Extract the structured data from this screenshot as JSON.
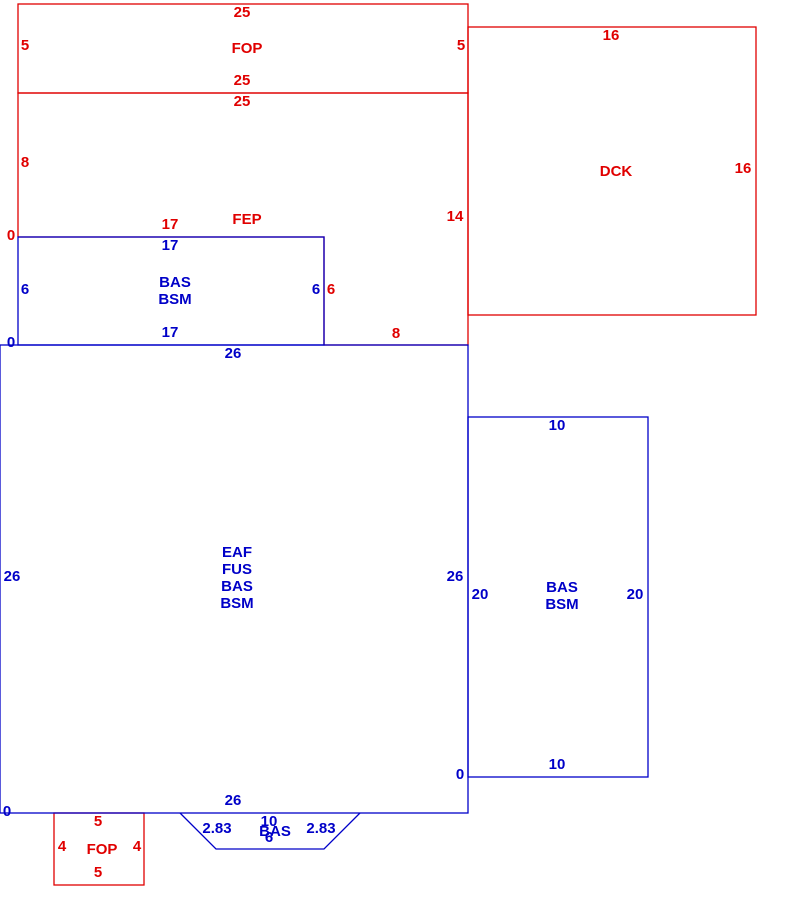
{
  "colors": {
    "red": "#e00000",
    "blue": "#0000c8"
  },
  "areas": [
    {
      "id": "fop-top",
      "color": "red",
      "labels": [
        "FOP"
      ],
      "dims": {
        "top": "25",
        "inner_bottom": "25",
        "left": "5",
        "right": "5"
      }
    },
    {
      "id": "fep",
      "color": "red",
      "labels": [
        "FEP"
      ],
      "dims": {
        "top": "25",
        "left": "8",
        "right": "14",
        "step_top": "17",
        "step_right": "6",
        "bottom": "8",
        "corner": "0"
      }
    },
    {
      "id": "dck",
      "color": "red",
      "labels": [
        "DCK"
      ],
      "dims": {
        "top": "16",
        "right": "16"
      }
    },
    {
      "id": "bas-upper",
      "color": "blue",
      "labels": [
        "BAS",
        "BSM"
      ],
      "dims": {
        "top": "17",
        "bottom": "17",
        "left": "6",
        "right": "6",
        "corner": "0"
      }
    },
    {
      "id": "main",
      "color": "blue",
      "labels": [
        "EAF",
        "FUS",
        "BAS",
        "BSM"
      ],
      "dims": {
        "top": "26",
        "bottom": "26",
        "left": "26",
        "right": "26",
        "corner": "0"
      }
    },
    {
      "id": "bas-right",
      "color": "blue",
      "labels": [
        "BAS",
        "BSM"
      ],
      "dims": {
        "top": "10",
        "bottom": "10",
        "left": "20",
        "right": "20",
        "corner": "0"
      }
    },
    {
      "id": "fop-bottom",
      "color": "red",
      "labels": [
        "FOP"
      ],
      "dims": {
        "top": "5",
        "bottom": "5",
        "left": "4",
        "right": "4"
      }
    },
    {
      "id": "bas-bay",
      "color": "blue",
      "labels": [
        "BAS"
      ],
      "dims": {
        "top": "10",
        "bottom": "6",
        "left_angle": "2.83",
        "right_angle": "2.83"
      }
    }
  ]
}
